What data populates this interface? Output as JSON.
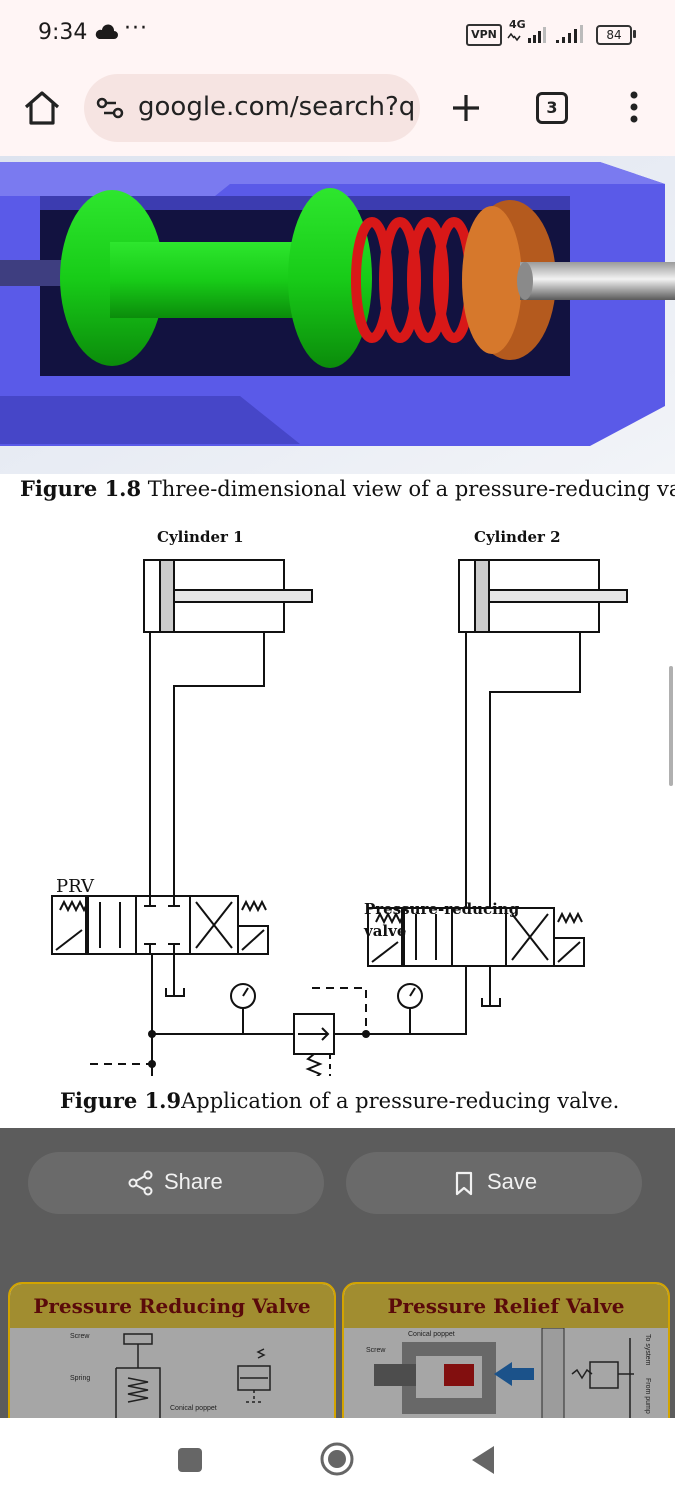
{
  "status_bar": {
    "time": "9:34",
    "more": "···",
    "vpn": "VPN",
    "network": "4G",
    "battery": "84"
  },
  "toolbar": {
    "url": "google.com/search?q",
    "tab_count": "3"
  },
  "figure_top": {
    "caption_bold": "Figure 1.8",
    "caption_text": " Three-dimensional view of a pressure-reducing valve."
  },
  "diagram": {
    "cylinder1": "Cylinder 1",
    "cylinder2": "Cylinder 2",
    "prv": "PRV",
    "prv_label_line1": "Pressure-reducing",
    "prv_label_line2": "valve",
    "caption_bold": "Figure 1.9",
    "caption_text": "Application of a pressure-reducing valve."
  },
  "actions": {
    "share_label": "Share",
    "save_label": "Save"
  },
  "related": [
    {
      "title": "Pressure Reducing Valve",
      "label_screw": "Screw",
      "label_spring": "Spring",
      "label_poppet": "Conical poppet"
    },
    {
      "title": "Pressure Relief Valve",
      "label_poppet": "Conical poppet",
      "label_screw": "Screw",
      "label_side1": "To system",
      "label_side2": "From pump"
    }
  ]
}
